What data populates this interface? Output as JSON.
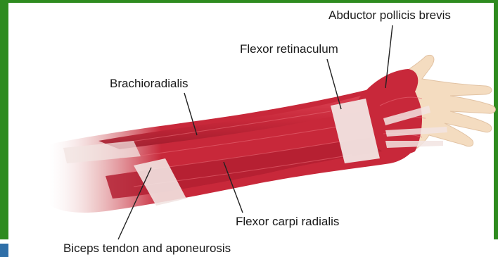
{
  "labels": {
    "abductor": "Abductor pollicis brevis",
    "retinaculum": "Flexor retinaculum",
    "brachioradialis": "Brachioradialis",
    "flexor_carpi": "Flexor carpi radialis",
    "biceps": "Biceps tendon and aponeurosis"
  },
  "colors": {
    "frame": "#2e8b1f",
    "muscle": "#c8283a",
    "muscle_dark": "#9c1a2a",
    "tendon": "#f2e4e2",
    "skin": "#f4dcc0",
    "line": "#222222"
  }
}
